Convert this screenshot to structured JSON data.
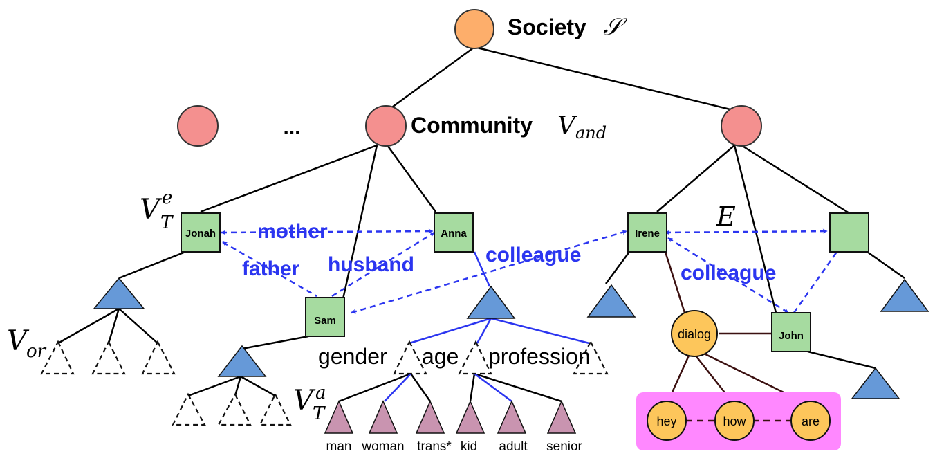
{
  "society": {
    "label": "Society",
    "symbol": "𝒮"
  },
  "community": {
    "label": "Community",
    "symbol": "V",
    "subscript": "and"
  },
  "ellipsis": "...",
  "persons": {
    "jonah": "Jonah",
    "anna": "Anna",
    "sam": "Sam",
    "irene": "Irene",
    "john": "John"
  },
  "relations": {
    "mother": "mother",
    "father": "father",
    "husband": "husband",
    "colleague_left": "colleague",
    "colleague_right": "colleague"
  },
  "attribute_labels": {
    "gender": "gender",
    "age": "age",
    "profession": "profession"
  },
  "attribute_values": [
    "man",
    "woman",
    "trans*",
    "kid",
    "adult",
    "senior"
  ],
  "dialog": {
    "label": "dialog",
    "tokens": [
      "hey",
      "how",
      "are"
    ]
  },
  "math": {
    "vte": {
      "base": "V",
      "sup": "e",
      "sub": "T"
    },
    "vor": {
      "base": "V",
      "sub": "or"
    },
    "vta": {
      "base": "V",
      "sup": "a",
      "sub": "T"
    },
    "edge_set": "E"
  },
  "colors": {
    "society_node": "#fdae6b",
    "community_node": "#f4908f",
    "person_node": "#a6dba0",
    "triangle_blue": "#6699d8",
    "triangle_value": "#c994b0",
    "dialog_node": "#fdc65b",
    "relation_blue": "#2b35f0",
    "dialog_edge": "#3b1010",
    "token_box": "#ff88ff"
  }
}
